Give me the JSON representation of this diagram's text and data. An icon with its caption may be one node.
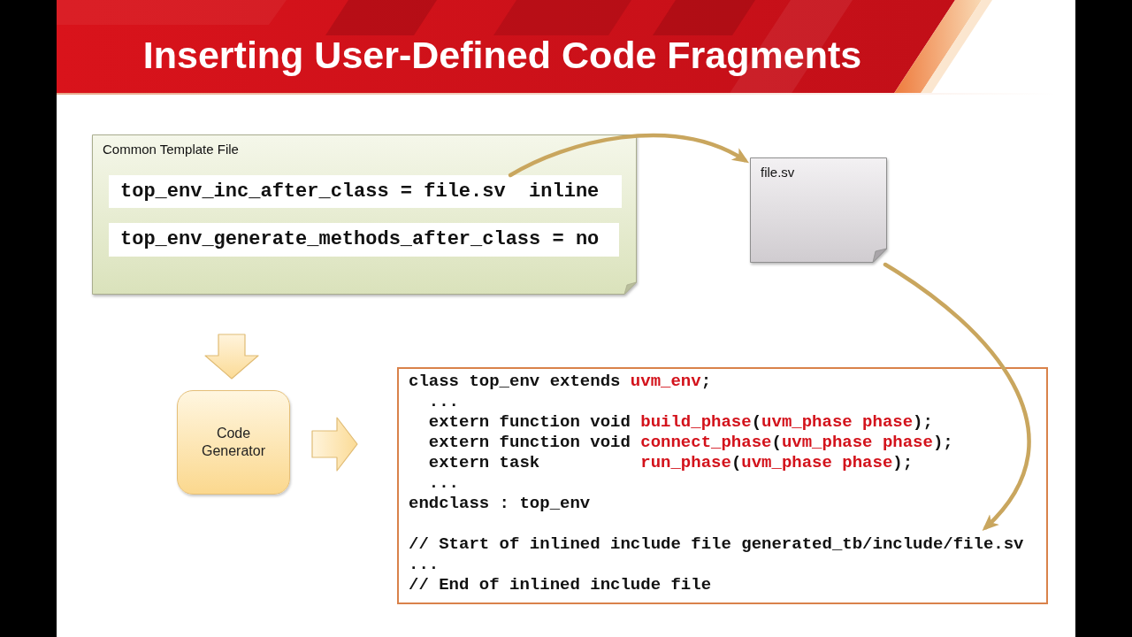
{
  "diagram": {
    "title": "Inserting User-Defined Code Fragments",
    "nodes": [
      {
        "text": [
          "Common Template File"
        ]
      },
      {
        "text": [
          "top_env_inc_after_class = file.sv  inline"
        ],
        "in": 0
      },
      {
        "text": [
          "top_env_generate_methods_after_class = no"
        ],
        "in": 0
      },
      {
        "text": [
          "file.sv"
        ]
      },
      {
        "text": [
          "Code Generator"
        ]
      },
      {
        "text": [
          "class top_env extends *uvm_env*;",
          "...",
          "extern function void *build_phase*(*uvm_phase phase*);",
          "extern function void *connect_phase*(*uvm_phase phase*);",
          "extern task          *run_phase*(*uvm_phase phase*);",
          "...",
          "endclass : top_env",
          "// Start of inlined include file generated_tb/include/file.sv",
          "...",
          "// End of inlined include file"
        ]
      }
    ],
    "edges": [
      {
        "from": 0,
        "to": 4,
        "arrow": "to",
        "style": "thick",
        "color": "#fbdb96"
      },
      {
        "from": 4,
        "to": 5,
        "arrow": "to",
        "style": "thick",
        "color": "#fbdb96"
      },
      {
        "from": 1,
        "to": 3,
        "arrow": "to"
      },
      {
        "from": 3,
        "to": 5,
        "arrow": "to"
      }
    ]
  }
}
